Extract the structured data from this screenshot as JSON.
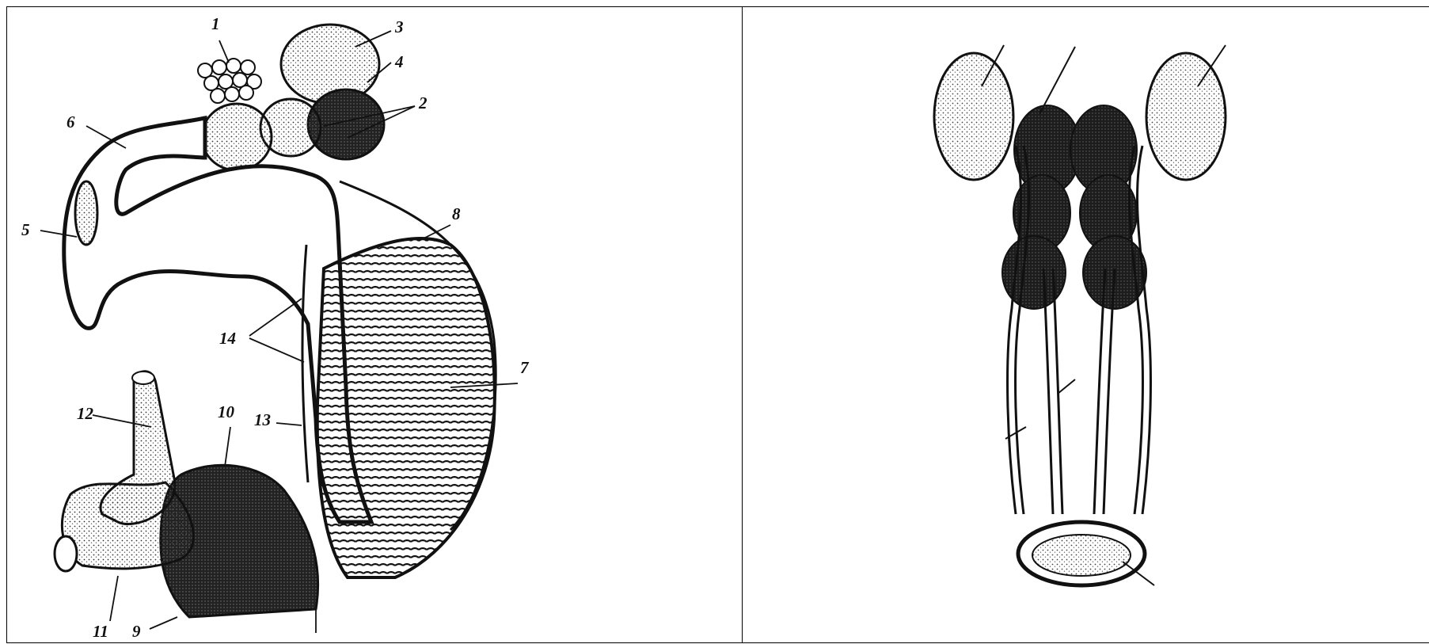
{
  "left_figure": {
    "labels": [
      "1",
      "2",
      "3",
      "4",
      "5",
      "6",
      "7",
      "8",
      "9",
      "10",
      "11",
      "12",
      "13",
      "14"
    ]
  },
  "right_figure": {
    "labels": []
  },
  "colors": {
    "ink": "#111111",
    "stipple": "#555555",
    "dark": "#1c1c1c",
    "border": "#000000"
  }
}
